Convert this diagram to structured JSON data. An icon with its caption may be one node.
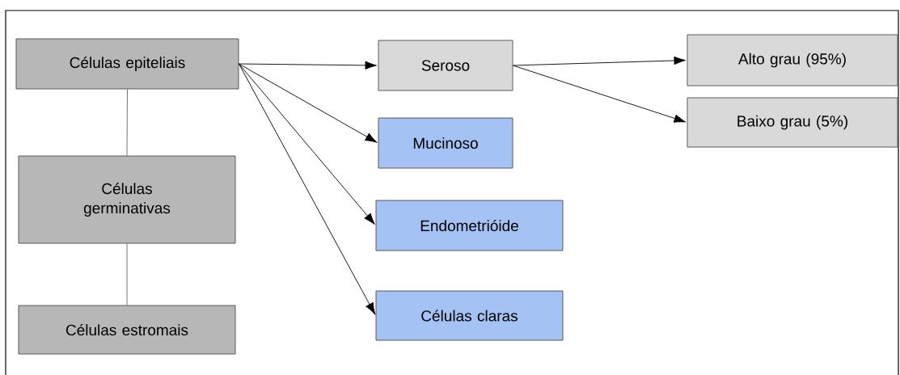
{
  "diagram": {
    "nodes": [
      {
        "text": [
          "Células epiteliais"
        ]
      },
      {
        "text": [
          "Seroso"
        ]
      },
      {
        "text": [
          "Alto grau (95%)"
        ]
      },
      {
        "text": [
          "Baixo grau (5%)"
        ]
      },
      {
        "text": [
          "Mucinoso"
        ]
      },
      {
        "text": [
          "Células germinativas"
        ]
      },
      {
        "text": [
          "Endometrióide"
        ]
      },
      {
        "text": [
          "Células estromais"
        ]
      },
      {
        "text": [
          "Células claras"
        ]
      }
    ],
    "edges": [
      {
        "from": 0,
        "to": 1,
        "arrow": "to"
      },
      {
        "from": 0,
        "to": 4,
        "arrow": "to"
      },
      {
        "from": 0,
        "to": 6,
        "arrow": "to"
      },
      {
        "from": 0,
        "to": 8,
        "arrow": "to"
      },
      {
        "from": 1,
        "to": 2,
        "arrow": "to"
      },
      {
        "from": 1,
        "to": 3,
        "arrow": "to"
      },
      {
        "from": 0,
        "to": 5,
        "arrow": "none",
        "color": "#666666"
      },
      {
        "from": 5,
        "to": 7,
        "arrow": "none",
        "color": "#666666"
      }
    ]
  }
}
